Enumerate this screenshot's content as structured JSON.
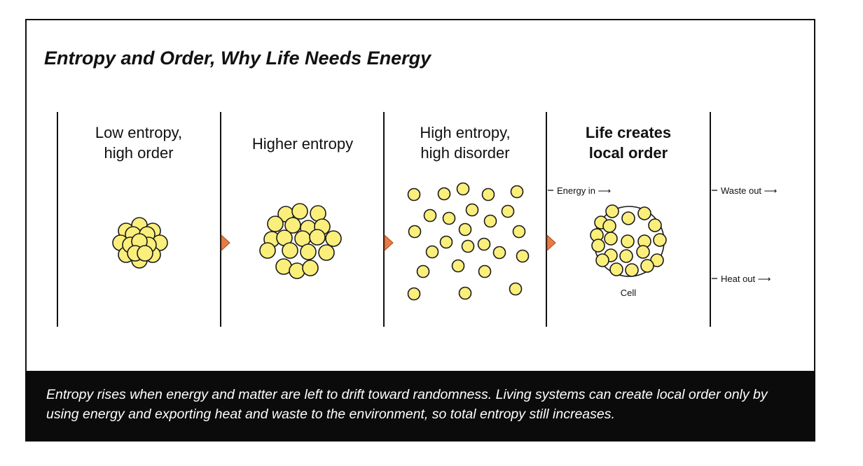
{
  "title": "Entropy and Order, Why Life Needs Energy",
  "panels": [
    {
      "id": "low",
      "label_lines": [
        "Low entropy,",
        "high order"
      ],
      "bold": false
    },
    {
      "id": "higher",
      "label_lines": [
        "Higher entropy"
      ],
      "bold": false
    },
    {
      "id": "high",
      "label_lines": [
        "High entropy,",
        "high disorder"
      ],
      "bold": false
    },
    {
      "id": "life",
      "label_lines": [
        "Life creates",
        "local order"
      ],
      "bold": true
    }
  ],
  "flows": {
    "energy_in": "Energy in ⟶",
    "waste_out": "Waste out ⟶",
    "heat_out": "Heat out ⟶"
  },
  "cell_label": "Cell",
  "caption": "Entropy rises when energy and matter are left to drift toward randomness. Living systems can create local order only by using energy and exporting heat and waste to the environment, so total entropy still increases.",
  "colors": {
    "particle_fill": "#fbef7c",
    "particle_stroke": "#1a1a1a",
    "chevron": "#ea7a45",
    "footer_bg": "#0b0b0b"
  },
  "icons": [
    "particle",
    "chevron-right-icon",
    "arrow-right-icon"
  ]
}
